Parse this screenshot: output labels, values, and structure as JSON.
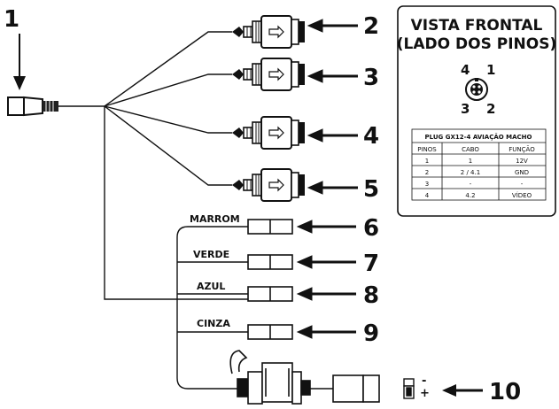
{
  "callouts": [
    "1",
    "2",
    "3",
    "4",
    "5",
    "6",
    "7",
    "8",
    "9",
    "10"
  ],
  "wire_labels": [
    "MARROM",
    "VERDE",
    "AZUL",
    "CINZA"
  ],
  "front_view": {
    "title_line1": "VISTA FRONTAL",
    "title_line2": "(LADO DOS PINOS)",
    "pins": [
      "4",
      "1",
      "3",
      "2"
    ]
  },
  "pin_table": {
    "title": "PLUG GX12-4 AVIAÇÃO MACHO",
    "headers": [
      "PINOS",
      "CABO",
      "FUNÇÃO"
    ],
    "rows": [
      [
        "1",
        "1",
        "12V"
      ],
      [
        "2",
        "2 / 4.1",
        "GND"
      ],
      [
        "3",
        "-",
        "-"
      ],
      [
        "4",
        "4.2",
        "VÍDEO"
      ]
    ]
  },
  "power_polarity": {
    "minus": "-",
    "plus": "+"
  }
}
